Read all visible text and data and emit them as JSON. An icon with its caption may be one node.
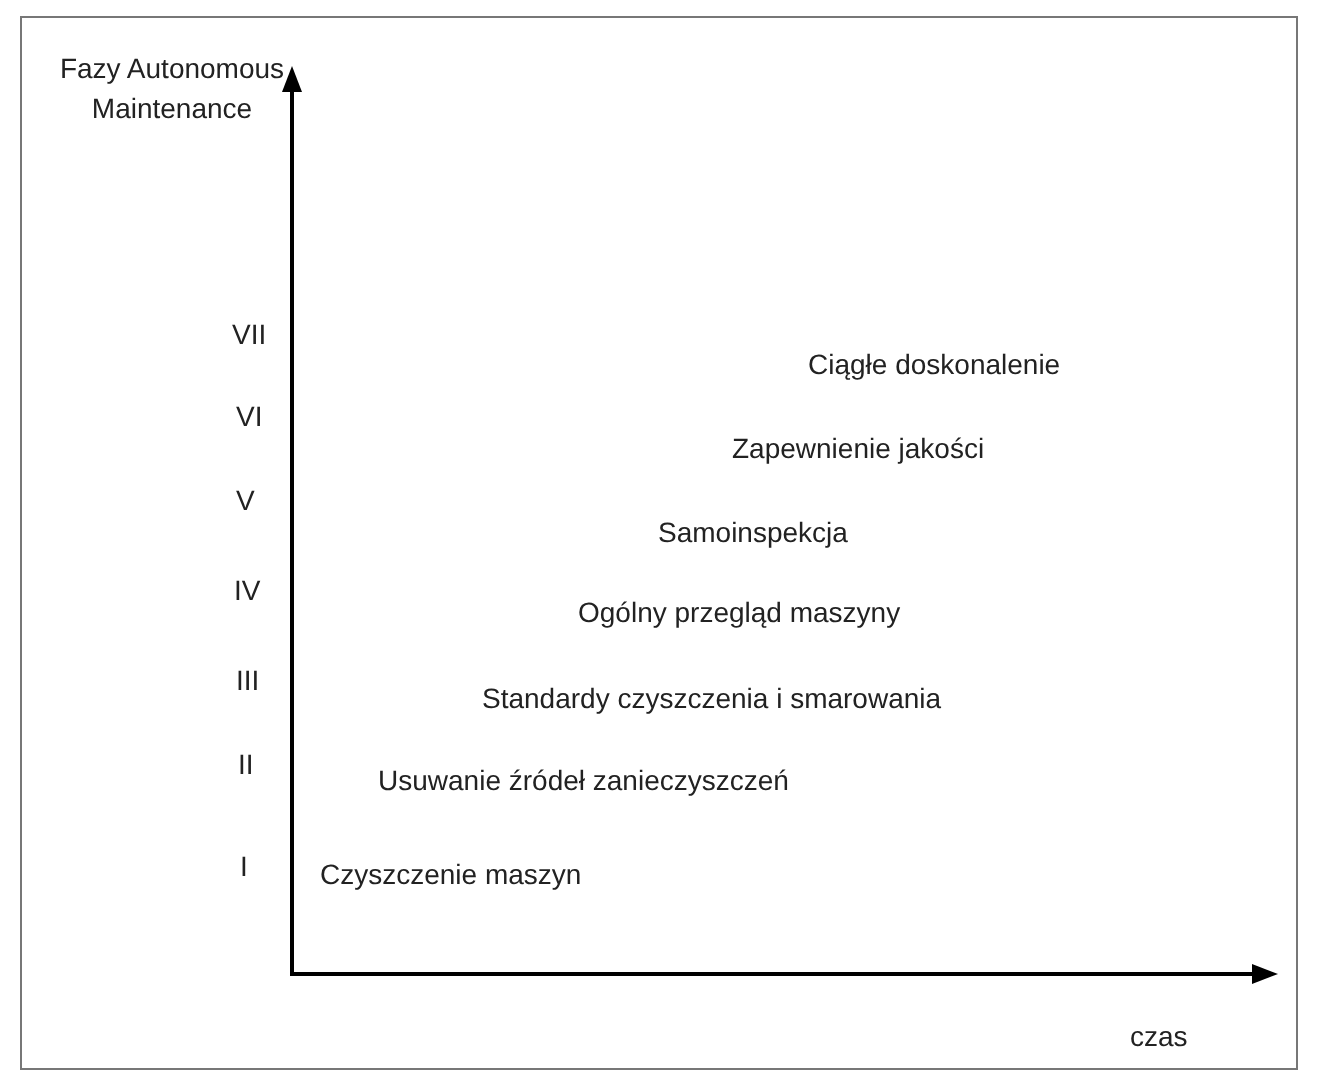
{
  "diagram": {
    "labels": [
      "Fazy Autonomous Maintenance",
      "VII",
      "Ciągłe doskonalenie",
      "VI",
      "Zapewnienie jakości",
      "V",
      "Samoinspekcja",
      "IV",
      "Ogólny przegląd maszyny",
      "III",
      "Standardy czyszczenia i smarowania",
      "II",
      "Usuwanie źródeł zanieczyszczeń",
      "I",
      "Czyszczenie maszyn",
      "czas"
    ]
  }
}
